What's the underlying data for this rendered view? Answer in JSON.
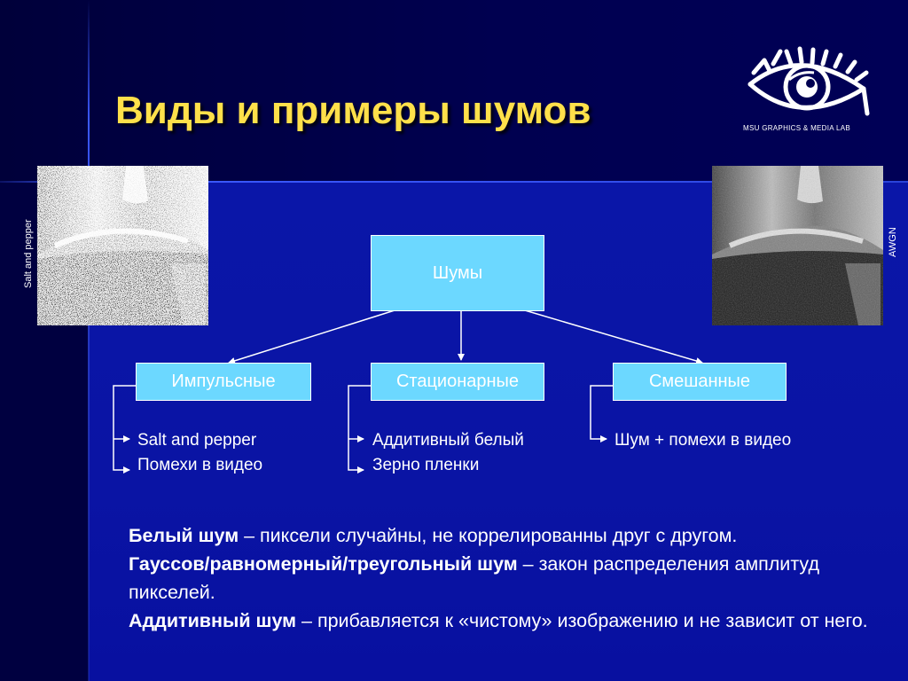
{
  "slide": {
    "title": "Виды и примеры шумов",
    "logo": {
      "caption": "MSU GRAPHICS & MEDIA LAB",
      "icon": "eye-logo-icon"
    },
    "images": {
      "left_label": "Salt and pepper",
      "right_label": "AWGN"
    },
    "tree": {
      "root": "Шумы",
      "branches": [
        {
          "label": "Импульсные",
          "items": [
            "Salt and pepper",
            "Помехи в видео"
          ]
        },
        {
          "label": "Стационарные",
          "items": [
            "Аддитивный белый",
            "Зерно пленки"
          ]
        },
        {
          "label": "Смешанные",
          "items": [
            "Шум + помехи в видео"
          ]
        }
      ]
    },
    "definitions": [
      {
        "term": "Белый шум",
        "text": " – пиксели случайны, не коррелированны друг с другом."
      },
      {
        "term": "Гауссов/равномерный/треугольный шум",
        "text": " – закон распределения амплитуд пикселей."
      },
      {
        "term": "Аддитивный шум",
        "text": " – прибавляется к «чистому» изображению и не зависит от него."
      }
    ]
  },
  "colors": {
    "title": "#ffe04a",
    "box_fill": "#6cd8ff",
    "background": "#0a16a8"
  }
}
